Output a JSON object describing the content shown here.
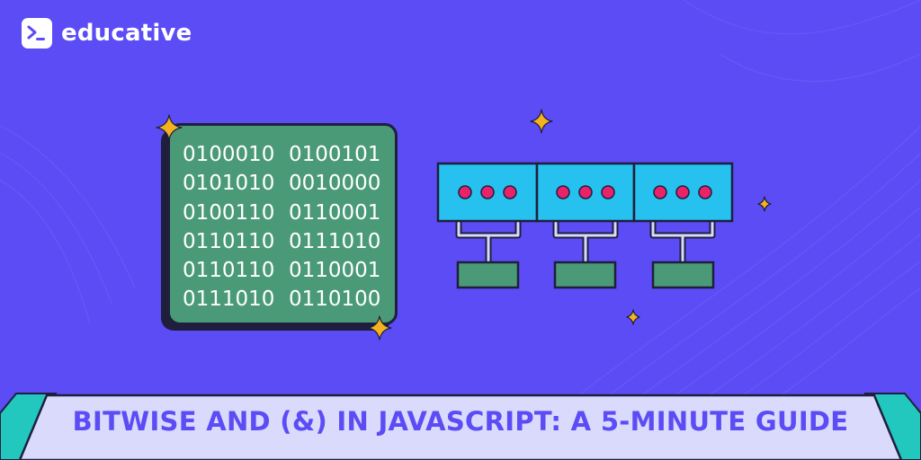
{
  "brand": {
    "name": "educative"
  },
  "binary": {
    "rows": [
      [
        "0100010",
        "0100101"
      ],
      [
        "0101010",
        "0010000"
      ],
      [
        "0100110",
        "0110001"
      ],
      [
        "0110110",
        "0111010"
      ],
      [
        "0110110",
        "0110001"
      ],
      [
        "0111010",
        "0110100"
      ]
    ]
  },
  "banner": {
    "title": "BITWISE AND (&) IN JAVASCRIPT: A 5-MINUTE GUIDE"
  },
  "colors": {
    "background": "#5b4cf5",
    "card_green": "#4a9a78",
    "panel_blue": "#27c1f0",
    "dot_pink": "#e8236b",
    "sparkle": "#f5b21f",
    "banner_fill": "#d9dafc",
    "banner_accent": "#22c7be"
  },
  "icons": [
    "terminal-logo-icon",
    "sparkle-icon"
  ]
}
